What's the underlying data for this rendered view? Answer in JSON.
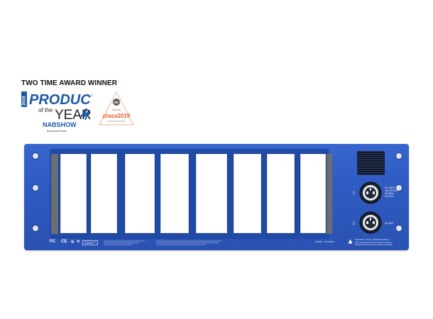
{
  "awards": {
    "heading": "TWO TIME AWARD WINNER",
    "product_of_year": {
      "year": "2019",
      "line1": "PRODUCT",
      "line2": "of the",
      "line3": "YEAR",
      "show": "NABSHOW",
      "sponsor": "Broadcast Beat"
    },
    "plasa": {
      "badge": "RD",
      "winner": "Winner",
      "name": "plasa2019",
      "tag": "INNOVATION AWARD"
    }
  },
  "panel": {
    "connectors": [
      {
        "number": "1",
        "label": "AC INPUT\n100-240VAC\n50-60Hz\n5A MAX"
      },
      {
        "number": "2",
        "label": "5A MAX"
      }
    ],
    "compliance": "MODEL: TXVP/RPS",
    "warning": "WARNING: DUAL POWER SUPPLY\nThis equipment has two power sources.\nDisconnect both inputs before servicing."
  },
  "colors": {
    "panel": "#2f5bc2",
    "slot": "#ffffff",
    "plasa_orange": "#e8622a",
    "nab_blue": "#1c5aa8"
  }
}
